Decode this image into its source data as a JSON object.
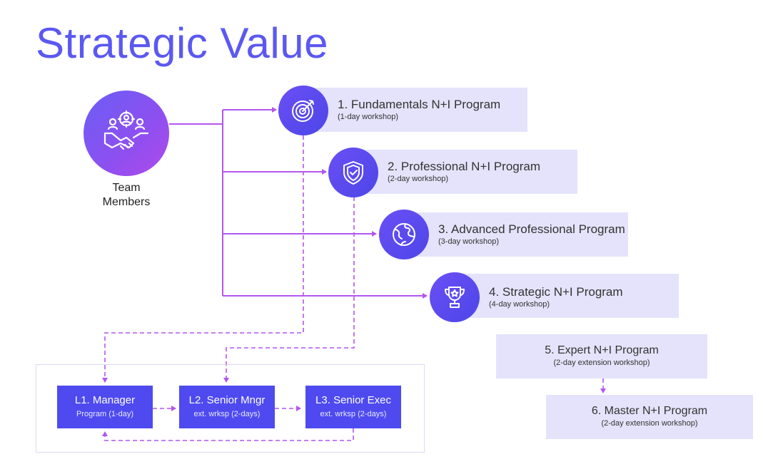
{
  "title": "Strategic Value",
  "team": {
    "label_line1": "Team",
    "label_line2": "Members"
  },
  "programs": [
    {
      "title": "1. Fundamentals N+I Program",
      "subtitle": "(1-day workshop)"
    },
    {
      "title": "2. Professional N+I Program",
      "subtitle": "(2-day workshop)"
    },
    {
      "title": "3. Advanced Professional Program",
      "subtitle": "(3-day workshop)"
    },
    {
      "title": "4. Strategic N+I Program",
      "subtitle": "(4-day workshop)"
    }
  ],
  "extensions": [
    {
      "title": "5. Expert N+I Program",
      "subtitle": "(2-day extension workshop)"
    },
    {
      "title": "6. Master N+I Program",
      "subtitle": "(2-day extension workshop)"
    }
  ],
  "levels": [
    {
      "title": "L1. Manager",
      "subtitle": "Program (1-day)"
    },
    {
      "title": "L2. Senior Mngr",
      "subtitle": "ext. wrksp (2-days)"
    },
    {
      "title": "L3. Senior Exec",
      "subtitle": "ext. wrksp (2-days)"
    }
  ],
  "colors": {
    "accent": "#5b58f2",
    "line": "#b455f0",
    "box": "#e4e3fb",
    "level": "#4e4af0"
  },
  "icons": [
    "people-gear-handshake-icon",
    "target-icon",
    "shield-check-icon",
    "globe-icon",
    "trophy-icon"
  ]
}
